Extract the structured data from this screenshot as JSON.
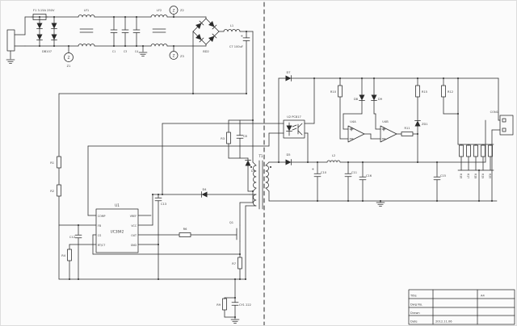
{
  "diagram": {
    "kind": "switch-mode-power-supply-schematic",
    "sections": [
      "ac-input-emi-filter",
      "bridge-rectifier",
      "snubber-clamp",
      "main-transformer",
      "pwm-controller",
      "mosfet-switch",
      "aux-supply",
      "output-rectifier-filter",
      "optocoupler-feedback",
      "error-amplifier",
      "output-connector"
    ]
  },
  "colors": {
    "line": "#2a2a2a",
    "background": "#fbfbfb",
    "text": "#3d3d3d"
  },
  "labels": {
    "f1": "F1 3.15A 250V",
    "bd1": "DB107",
    "z_mark": "Z",
    "z1": "Z1",
    "z2": "Z2",
    "z3": "Z3",
    "lf1": "LF1",
    "lf2": "LF2",
    "c1": "C1",
    "c3": "C3",
    "c4": "C4",
    "bd2": "BD2",
    "l1": "L1",
    "c7": "C7 100uF",
    "plus": "+",
    "r1": "R1",
    "r2": "R2",
    "r3": "R3",
    "c8": "C8",
    "d3": "D3",
    "t1": "T1",
    "q1": "Q1",
    "r6": "R6",
    "r7": "R7",
    "u1": "U1",
    "u1_part": "UC3842",
    "pin_comp": "COMP",
    "pin_fb": "FB",
    "pin_cs": "CS",
    "pin_rtct": "RT/CT",
    "pin_vref": "VREF",
    "pin_vcc": "VCC",
    "pin_out": "OUT",
    "pin_gnd": "GND",
    "r4": "R4",
    "c12": "C12",
    "d4": "D4",
    "c13": "C13",
    "r9": "R9",
    "cy1": "CY1 222",
    "d5": "D5",
    "c10": "C10",
    "l2": "L2",
    "c11": "C11",
    "u2": "U2 PC817",
    "d7": "D7",
    "r10": "R10",
    "d8": "D8",
    "d9": "D9",
    "u4a": "U4A",
    "u4b": "U4B",
    "r11": "R11",
    "r15": "R15",
    "zd1": "ZD1",
    "r12": "R12",
    "r16": "R16",
    "r17": "R17",
    "r18": "R18",
    "r19": "R19",
    "r20": "R20",
    "c15": "C15",
    "c16": "C16",
    "con1": "CON1"
  },
  "title_block": {
    "rows": [
      {
        "label": "Title",
        "value": ""
      },
      {
        "label": "Dwg No.",
        "value": ""
      },
      {
        "label": "Drawn",
        "value": ""
      },
      {
        "label": "Date",
        "value": "2012.11.06"
      }
    ],
    "size": "A4"
  }
}
